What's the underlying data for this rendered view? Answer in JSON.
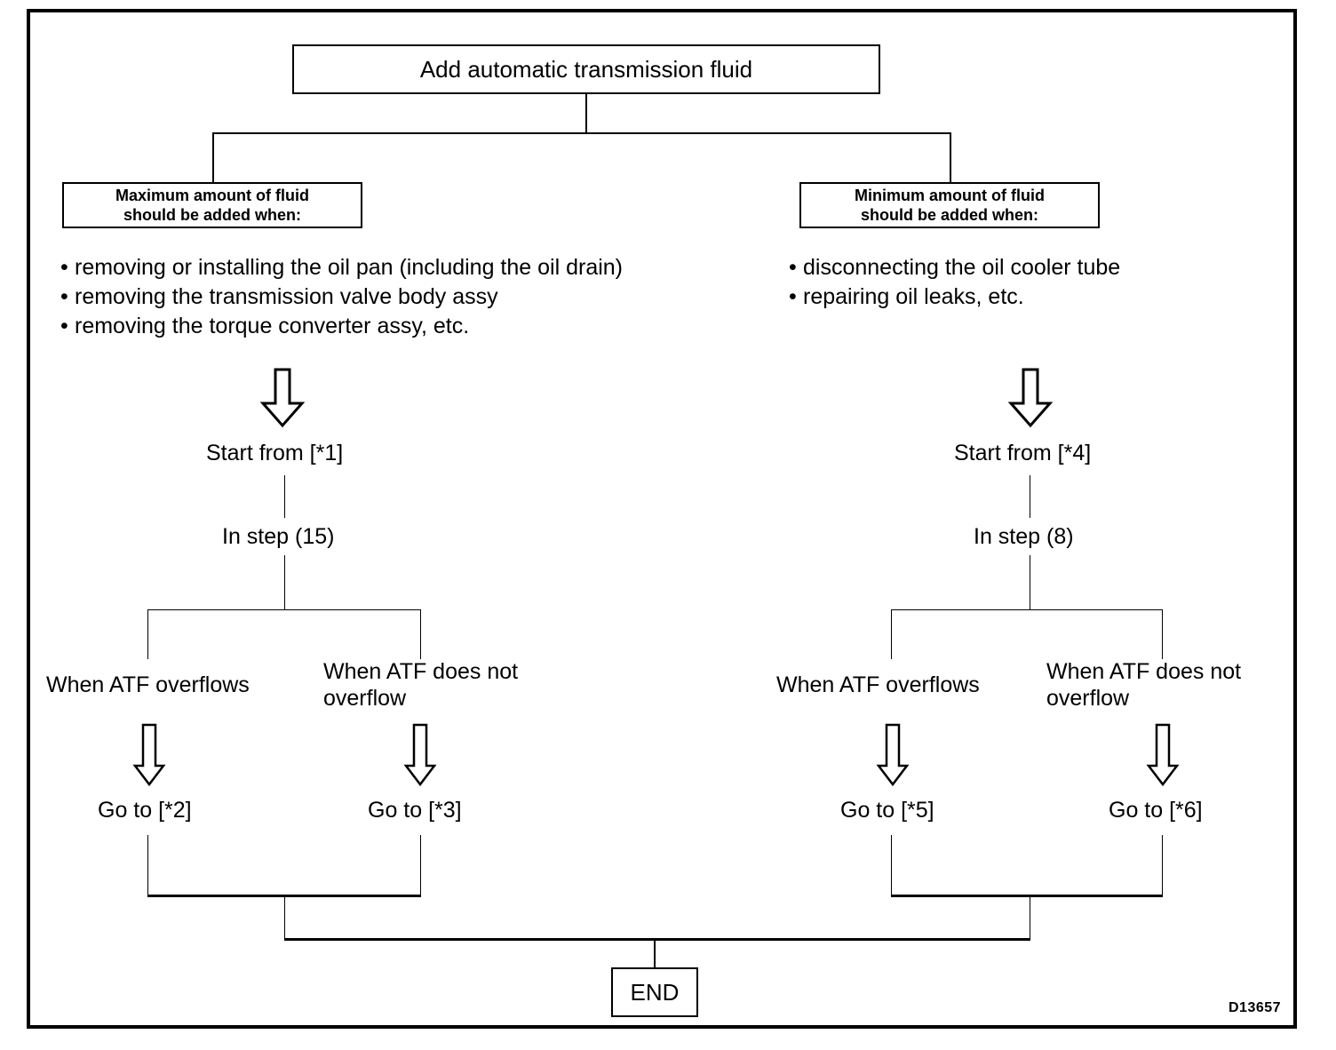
{
  "figure": {
    "code": "D13657",
    "title_box": "Add automatic transmission fluid",
    "end_box": "END"
  },
  "branches": {
    "left": {
      "condition_line_1": "Maximum amount of fluid",
      "condition_line_2": "should be added when:",
      "bullets": [
        "removing or installing the oil pan (including the oil drain)",
        "removing the transmission valve body assy",
        "removing the torque converter assy, etc."
      ],
      "start_from": "Start from [*1]",
      "in_step": "In step (15)",
      "outcomes": [
        {
          "condition": "When ATF overflows",
          "goto": "Go to [*2]"
        },
        {
          "condition": "When ATF does not overflow",
          "goto": "Go to [*3]"
        }
      ]
    },
    "right": {
      "condition_line_1": "Minimum amount of fluid",
      "condition_line_2": "should be added when:",
      "bullets": [
        "disconnecting the oil cooler tube",
        "repairing oil leaks, etc."
      ],
      "start_from": "Start from [*4]",
      "in_step": "In step (8)",
      "outcomes": [
        {
          "condition": "When ATF overflows",
          "goto": "Go to [*5]"
        },
        {
          "condition": "When ATF does not overflow",
          "goto": "Go to [*6]"
        }
      ]
    }
  },
  "icons": {
    "bullet": "•",
    "down_arrow": "hollow-down-arrow"
  },
  "colors": {
    "stroke": "#000000",
    "fill": "#ffffff"
  }
}
